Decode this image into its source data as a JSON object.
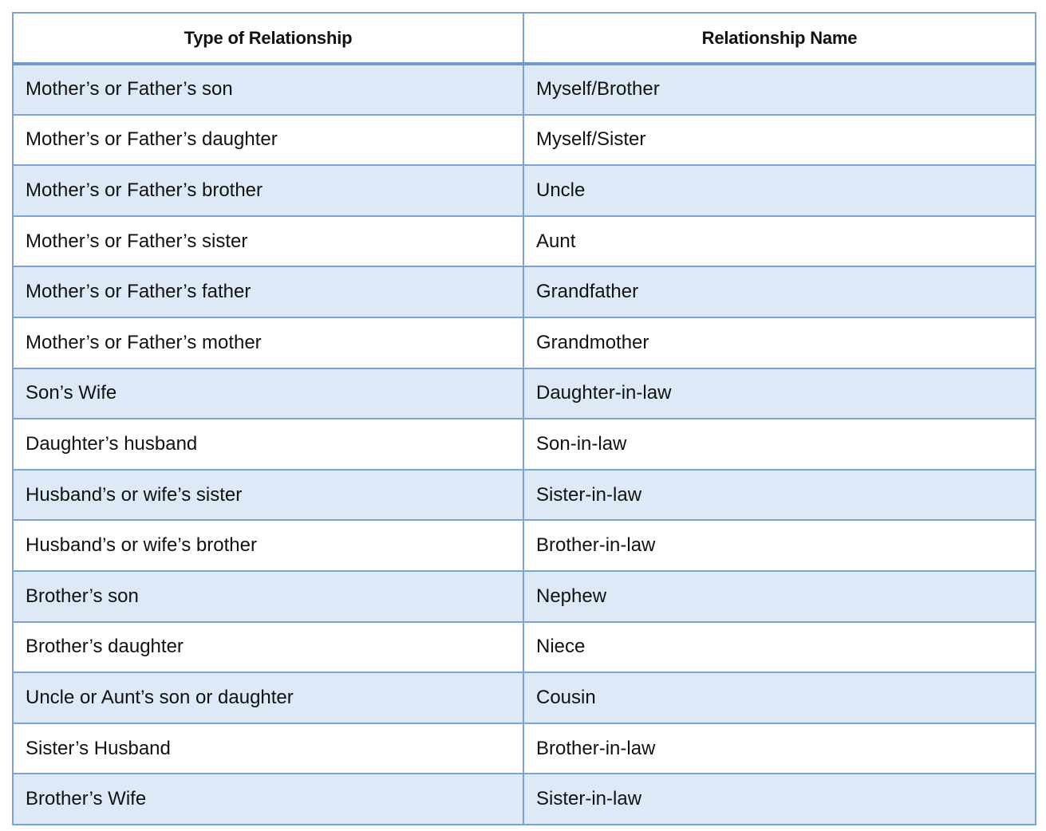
{
  "table": {
    "headers": [
      "Type of Relationship",
      "Relationship Name"
    ],
    "rows": [
      [
        "Mother’s or Father’s son",
        "Myself/Brother"
      ],
      [
        "Mother’s or Father’s daughter",
        "Myself/Sister"
      ],
      [
        "Mother’s or Father’s brother",
        "Uncle"
      ],
      [
        "Mother’s or Father’s sister",
        "Aunt"
      ],
      [
        "Mother’s or Father’s father",
        "Grandfather"
      ],
      [
        "Mother’s or Father’s mother",
        "Grandmother"
      ],
      [
        "Son’s Wife",
        "Daughter-in-law"
      ],
      [
        "Daughter’s husband",
        "Son-in-law"
      ],
      [
        "Husband’s or wife’s sister",
        "Sister-in-law"
      ],
      [
        "Husband’s or wife’s brother",
        "Brother-in-law"
      ],
      [
        "Brother’s son",
        "Nephew"
      ],
      [
        "Brother’s daughter",
        "Niece"
      ],
      [
        "Uncle or Aunt’s son or daughter",
        "Cousin"
      ],
      [
        "Sister’s Husband",
        "Brother-in-law"
      ],
      [
        "Brother’s Wife",
        "Sister-in-law"
      ]
    ]
  },
  "colors": {
    "border": "#7ba3d4",
    "band": "#dde9f6",
    "background": "#ffffff"
  }
}
